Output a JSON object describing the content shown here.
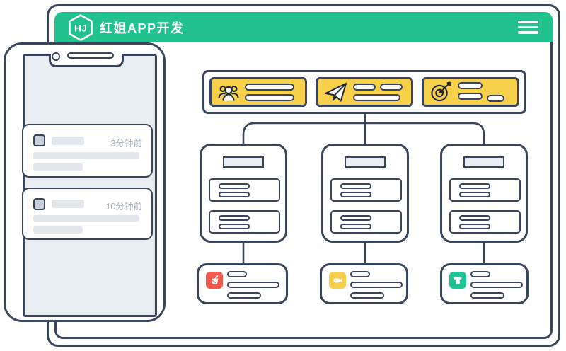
{
  "app": {
    "brand": "红姐APP开发",
    "logo_text": "HJ"
  },
  "header": {
    "menu_icon": "hamburger-icon"
  },
  "phone": {
    "notifications": [
      {
        "time": "3分钟前"
      },
      {
        "time": "10分钟前"
      }
    ]
  },
  "flow": {
    "top_row_icons": [
      "group-icon",
      "paper-plane-icon",
      "target-icon"
    ],
    "bottom_cards": [
      {
        "icon": "drink-icon",
        "tile_color": "#F4574D"
      },
      {
        "icon": "fish-icon",
        "tile_color": "#F6CE49"
      },
      {
        "icon": "tshirt-icon",
        "tile_color": "#1CC492"
      }
    ]
  },
  "colors": {
    "header_green": "#21C28E",
    "outline_navy": "#39455C",
    "card_yellow": "#F8D14B",
    "screen_gray": "#E9EEF2",
    "muted_text": "#A6AEBB"
  }
}
